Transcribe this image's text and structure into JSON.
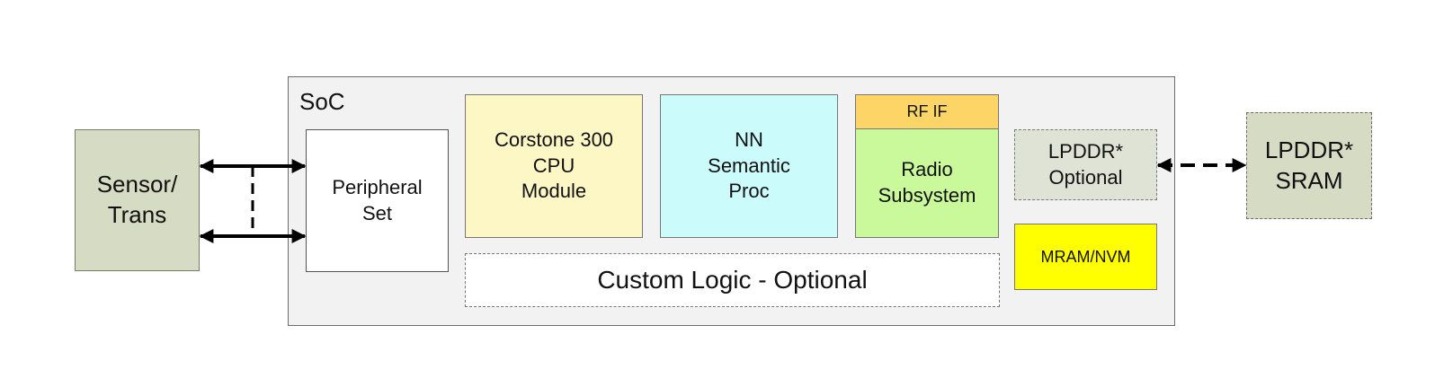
{
  "soc": {
    "label": "SoC"
  },
  "sensor": {
    "label": "Sensor/\nTrans"
  },
  "peripheral": {
    "label": "Peripheral\nSet"
  },
  "cpu": {
    "label": "Corstone 300\nCPU\nModule"
  },
  "nn": {
    "label": "NN\nSemantic\nProc"
  },
  "rf_if": {
    "label": "RF IF"
  },
  "radio": {
    "label": "Radio\nSubsystem"
  },
  "custom_logic": {
    "label": "Custom Logic - Optional"
  },
  "lpddr_optional": {
    "label": "LPDDR*\nOptional"
  },
  "mram": {
    "label": "MRAM/NVM"
  },
  "sram": {
    "label": "LPDDR*\nSRAM"
  },
  "colors": {
    "soc_bg": "#f2f2f2",
    "sensor_bg": "#d6dcc4",
    "cpu_bg": "#fdf6c5",
    "nn_bg": "#ccfbfc",
    "rf_if_bg": "#fdd567",
    "radio_bg": "#caf99b",
    "mram_bg": "#ffff00"
  }
}
